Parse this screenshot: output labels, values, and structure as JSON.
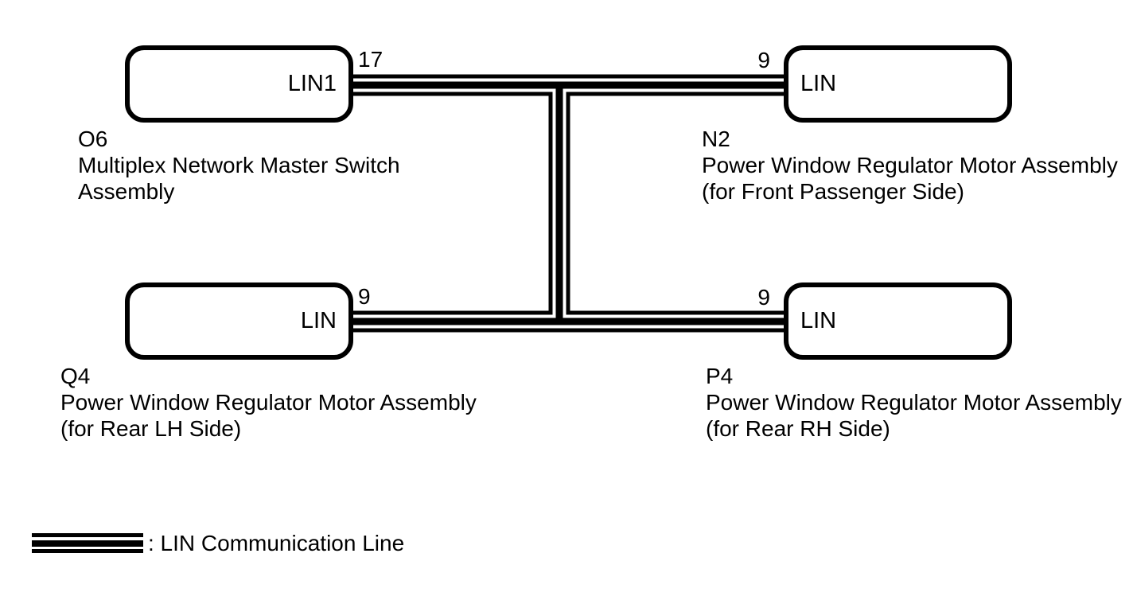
{
  "nodes": [
    {
      "code": "O6",
      "name_line1": "Multiplex Network Master Switch",
      "name_line2": "Assembly",
      "port": "LIN1",
      "pin": "17"
    },
    {
      "code": "N2",
      "name_line1": "Power Window Regulator Motor Assembly",
      "name_line2": "(for Front Passenger Side)",
      "port": "LIN",
      "pin": "9"
    },
    {
      "code": "Q4",
      "name_line1": "Power Window Regulator Motor Assembly",
      "name_line2": "(for Rear LH Side)",
      "port": "LIN",
      "pin": "9"
    },
    {
      "code": "P4",
      "name_line1": "Power Window Regulator Motor Assembly",
      "name_line2": "(for Rear RH Side)",
      "port": "LIN",
      "pin": "9"
    }
  ],
  "connections": [
    "O6 LIN1 (pin 17) to N2 LIN (pin 9)",
    "O6 LIN1 (pin 17) to Q4 LIN (pin 9)",
    "O6 LIN1 (pin 17) to P4 LIN (pin 9)"
  ],
  "legend": {
    "symbol": "lin-communication-line",
    "label": ": LIN Communication Line"
  },
  "colors": {
    "line": "#000000",
    "text": "#000000",
    "background": "#ffffff"
  }
}
